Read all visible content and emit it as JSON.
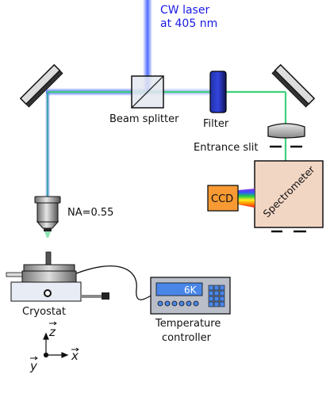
{
  "laser": {
    "line1": "CW laser",
    "line2": "at 405 nm"
  },
  "labels": {
    "beam_splitter": "Beam splitter",
    "filter": "Filter",
    "entrance_slit": "Entrance slit",
    "spectrometer": "Spectrometer",
    "ccd": "CCD",
    "na": "NA=0.55",
    "cryostat": "Cryostat",
    "temp_line1": "Temperature",
    "temp_line2": "controller",
    "temp_display": "6K"
  },
  "axes": {
    "z": "z",
    "x": "x",
    "y": "y"
  },
  "colors": {
    "laser_blue": "#3a5cff",
    "signal_green": "#3fd07a",
    "laser_text": "#1a1ae6",
    "spectrometer_fill": "#f2d6c4",
    "ccd_fill": "#f79a33",
    "controller_fill": "#b9bec8",
    "display_fill": "#4a86e8"
  }
}
